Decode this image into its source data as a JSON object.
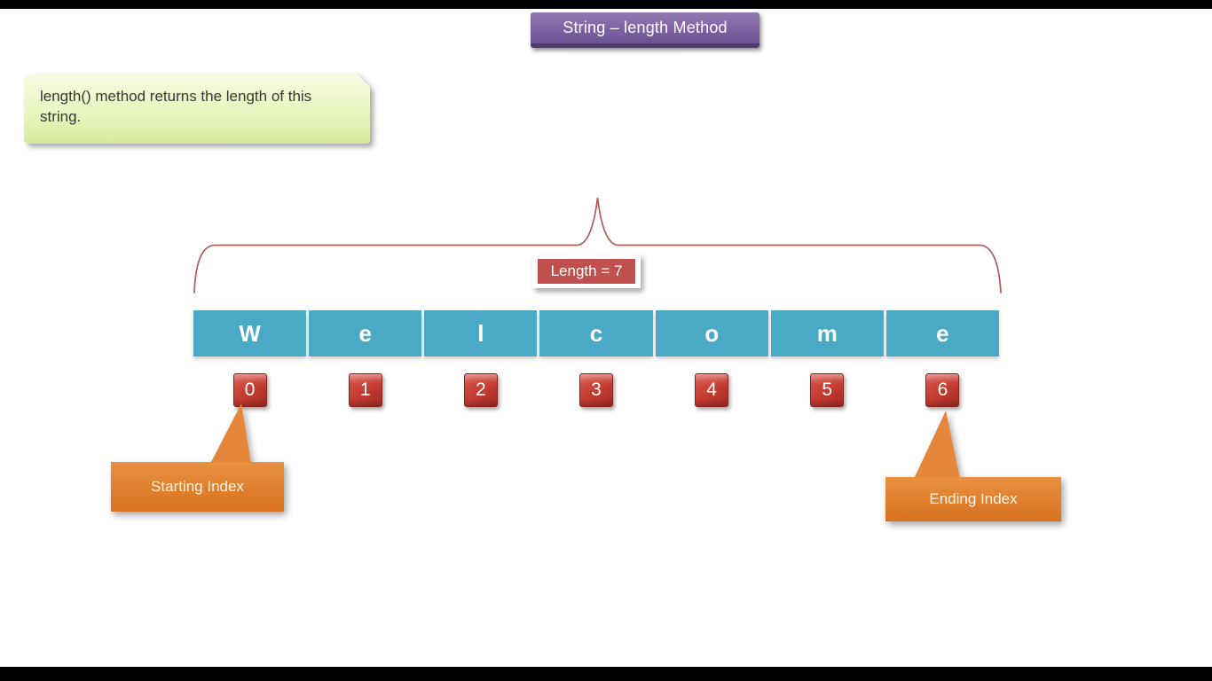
{
  "meta": {
    "background_color": "#ffffff",
    "letterbox_color": "#000000"
  },
  "title": {
    "label": "String – length Method",
    "bg_color": "#7d63a3",
    "text_color": "#ffffff"
  },
  "note": {
    "text": "length() method returns the length of this string.",
    "bg_color": "#e9f6c0",
    "text_color": "#373737"
  },
  "brace": {
    "color": "#b35f5c"
  },
  "length_label": {
    "label": "Length = 7",
    "bg_color": "#c0504d",
    "frame_color": "#ffffff",
    "text_color": "#ffffff"
  },
  "string_cells": {
    "letters": [
      "W",
      "e",
      "l",
      "c",
      "o",
      "m",
      "e"
    ],
    "bg_color": "#4aa9c4",
    "text_color": "#ffffff"
  },
  "index_squares": {
    "values": [
      "0",
      "1",
      "2",
      "3",
      "4",
      "5",
      "6"
    ],
    "bg_color": "#c23a30",
    "text_color": "#ffffff"
  },
  "callouts": {
    "starting": {
      "label": "Starting Index"
    },
    "ending": {
      "label": "Ending Index"
    },
    "bg_color": "#e0812f",
    "text_color": "#fdf6ee"
  }
}
